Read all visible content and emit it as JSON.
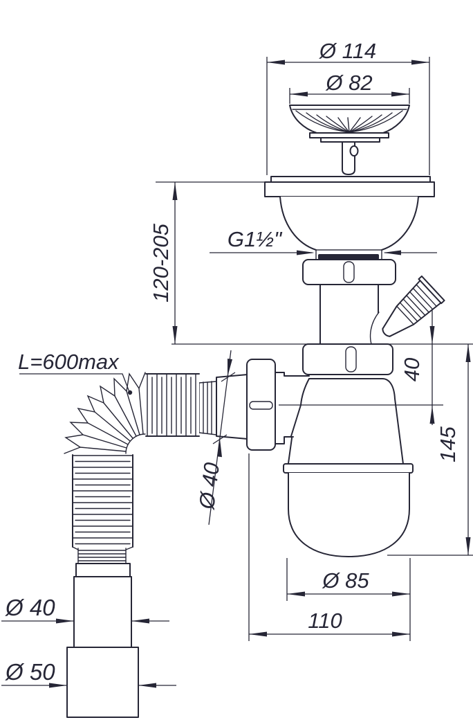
{
  "colors": {
    "ink": "#262636",
    "background": "#ffffff"
  },
  "dimension_labels": {
    "flange_diameter": "Ø 114",
    "strainer_diameter": "Ø 82",
    "height_range": "120-205",
    "thread": "G1½\"",
    "hose_length": "L=600max",
    "hose_union_diameter": "Ø 40",
    "inlet_height": "40",
    "body_height": "145",
    "cup_diameter": "Ø 85",
    "body_width": "110",
    "hose_outlet_diameter": "Ø 40",
    "hose_coupling_diameter": "Ø 50"
  }
}
